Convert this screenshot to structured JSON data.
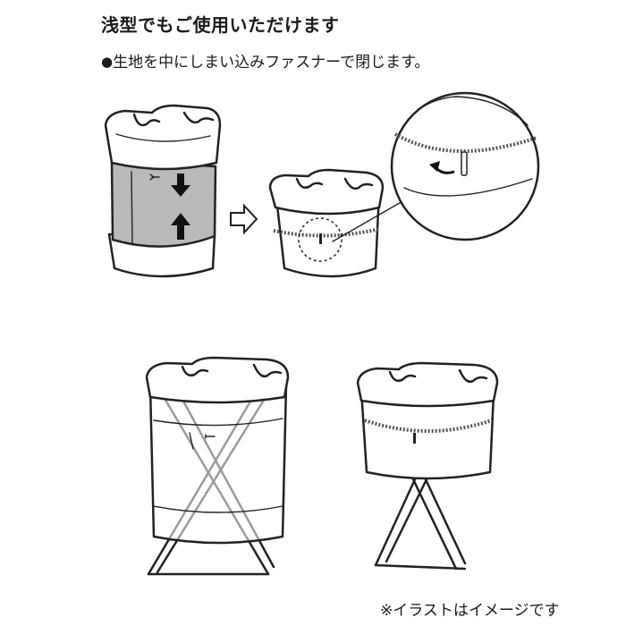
{
  "heading": "浅型でもご使用いただけます",
  "instruction": {
    "bullet": "●",
    "text": "生地を中にしまい込みファスナーで閉じます。"
  },
  "footnote": "※イラストはイメージです",
  "icons": {
    "flow_arrow": "outline-right-arrow",
    "push_down": "down-arrow",
    "push_up": "up-arrow",
    "zip_direction": "curved-left-arrow"
  },
  "colors": {
    "fabric_highlight": "#b9b9b9",
    "line": "#222222"
  }
}
